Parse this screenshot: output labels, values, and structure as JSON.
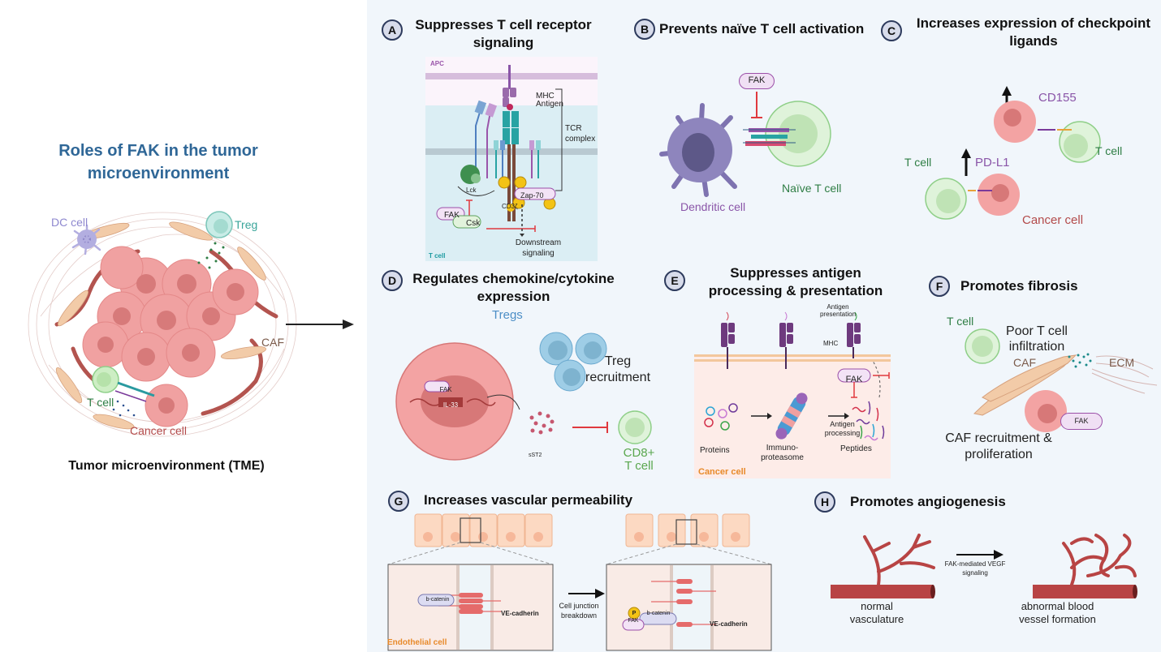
{
  "main": {
    "title": "Roles of FAK in the tumor microenvironment",
    "tme_label": "Tumor microenvironment (TME)",
    "tme_labels": {
      "dc_cell": "DC cell",
      "treg": "Treg",
      "caf": "CAF",
      "t_cell": "T cell",
      "cancer_cell": "Cancer cell"
    }
  },
  "panels": {
    "A": {
      "badge": "A",
      "title": "Suppresses T cell receptor signaling",
      "labels": {
        "apc": "APC",
        "mhc": "MHC",
        "antigen": "Antigen",
        "tcr_complex": "TCR complex",
        "lck": "Lck",
        "zap70": "Zap-70",
        "cd3z": "CD3ζ",
        "fak": "FAK",
        "csk": "Csk",
        "downstream": "Downstream signaling",
        "t_cell": "T cell",
        "p": "P"
      }
    },
    "B": {
      "badge": "B",
      "title": "Prevents naïve T cell activation",
      "labels": {
        "fak": "FAK",
        "dendritic_cell": "Dendritic cell",
        "naive_t_cell": "Naïve T cell"
      }
    },
    "C": {
      "badge": "C",
      "title": "Increases expression of checkpoint ligands",
      "labels": {
        "cd155": "CD155",
        "pd_l1": "PD-L1",
        "t_cell_1": "T cell",
        "t_cell_2": "T cell",
        "cancer_cell": "Cancer cell"
      }
    },
    "D": {
      "badge": "D",
      "title": "Regulates chemokine/cytokine expression",
      "labels": {
        "tregs": "Tregs",
        "treg_recruitment": "Treg recruitment",
        "fak": "FAK",
        "il33": "IL-33",
        "sst2": "sST2",
        "cd8": "CD8+ T cell"
      }
    },
    "E": {
      "badge": "E",
      "title": "Suppresses antigen processing & presentation",
      "labels": {
        "antigen_presentation": "Antigen presentation",
        "mhc": "MHC",
        "fak": "FAK",
        "antigen_processing": "Antigen processing",
        "proteins": "Proteins",
        "immunoproteasome": "Immuno-proteasome",
        "peptides": "Peptides",
        "cancer_cell": "Cancer cell"
      }
    },
    "F": {
      "badge": "F",
      "title": "Promotes fibrosis",
      "labels": {
        "t_cell": "T cell",
        "poor_infiltration": "Poor T cell infiltration",
        "caf": "CAF",
        "ecm": "ECM",
        "fak": "FAK",
        "caf_recruitment": "CAF recruitment & proliferation"
      }
    },
    "G": {
      "badge": "G",
      "title": "Increases vascular permeability",
      "labels": {
        "b_catenin": "b-catenin",
        "ve_cadherin": "VE-cadherin",
        "endothelial_cell": "Endothelial cell",
        "junction_breakdown": "Cell junction breakdown",
        "b_catenin_2": "b-catenin",
        "ve_cadherin_2": "VE-cadherin",
        "fak": "FAK",
        "p": "P"
      }
    },
    "H": {
      "badge": "H",
      "title": "Promotes angiogenesis",
      "labels": {
        "normal": "normal vasculature",
        "signaling": "FAK-mediated VEGF signaling",
        "abnormal": "abnormal blood vessel formation"
      }
    }
  },
  "colors": {
    "title_blue": "#2f6797",
    "panel_bg": "#f1f6fb",
    "inhibit_red": "#e0393e",
    "t_cell_green": "#2e7d44",
    "cancer_red": "#b34a4a",
    "purple": "#8a55a8",
    "vessel": "#b3403f",
    "orange": "#e88a2a"
  }
}
